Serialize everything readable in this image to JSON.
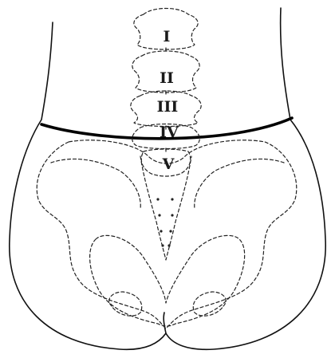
{
  "vertebrae": [
    {
      "label": "I"
    },
    {
      "label": "II"
    },
    {
      "label": "III"
    },
    {
      "label": "IV"
    },
    {
      "label": "V"
    }
  ]
}
